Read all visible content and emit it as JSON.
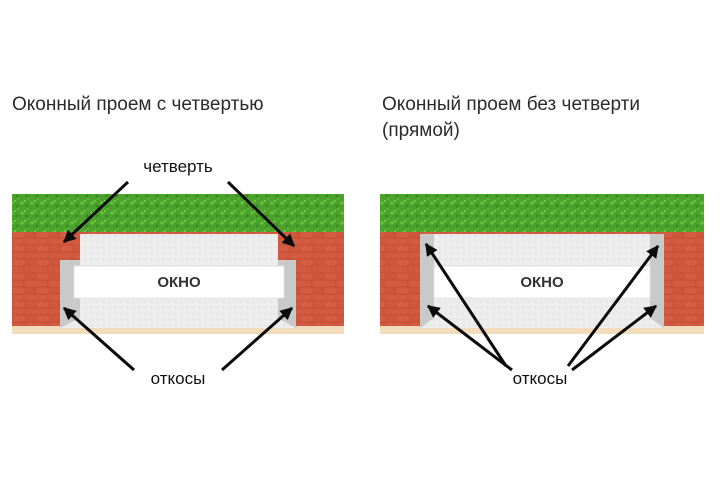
{
  "diagrams": {
    "left": {
      "title": "Оконный проем с четвертью",
      "window_label": "ОКНО",
      "quarter_label": "четверть",
      "slopes_label": "откосы"
    },
    "right": {
      "title": "Оконный проем без четверти\n(прямой)",
      "window_label": "ОКНО",
      "slopes_label": "откосы"
    }
  },
  "colors": {
    "grass": "#4fa82e",
    "brick": "#c8523a",
    "plaster": "#eeeeee",
    "slope": "#c9c9c9",
    "floor": "#f3dcbc",
    "window": "#ffffff",
    "arrow": "#0b0b0b"
  }
}
